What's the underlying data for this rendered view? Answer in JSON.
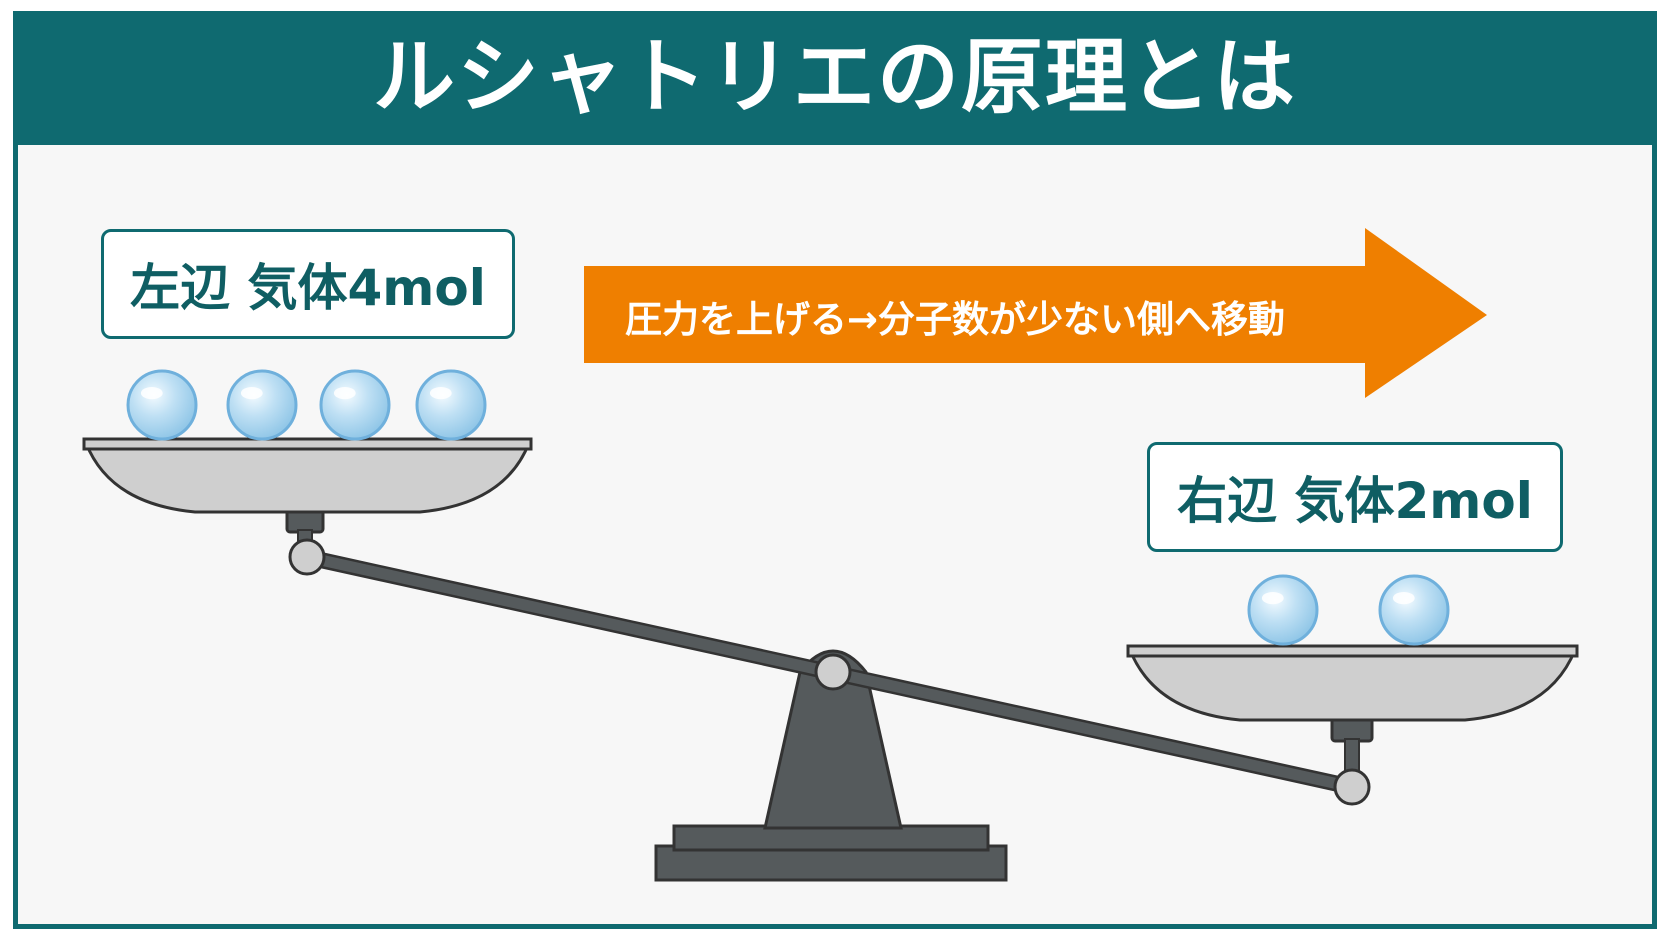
{
  "title": "ルシャトリエの原理とは",
  "left_pan": {
    "label": "左辺 気体4mol",
    "molecule_count": 4
  },
  "right_pan": {
    "label": "右辺 気体2mol",
    "molecule_count": 2
  },
  "arrow": {
    "text": "圧力を上げる→分子数が少ない側へ移動"
  },
  "colors": {
    "accent": "#0f6a70",
    "arrow": "#ef7f00",
    "molecule": "#9fcde9",
    "balance": "#555a5c",
    "pan": "#cfcfcf"
  }
}
